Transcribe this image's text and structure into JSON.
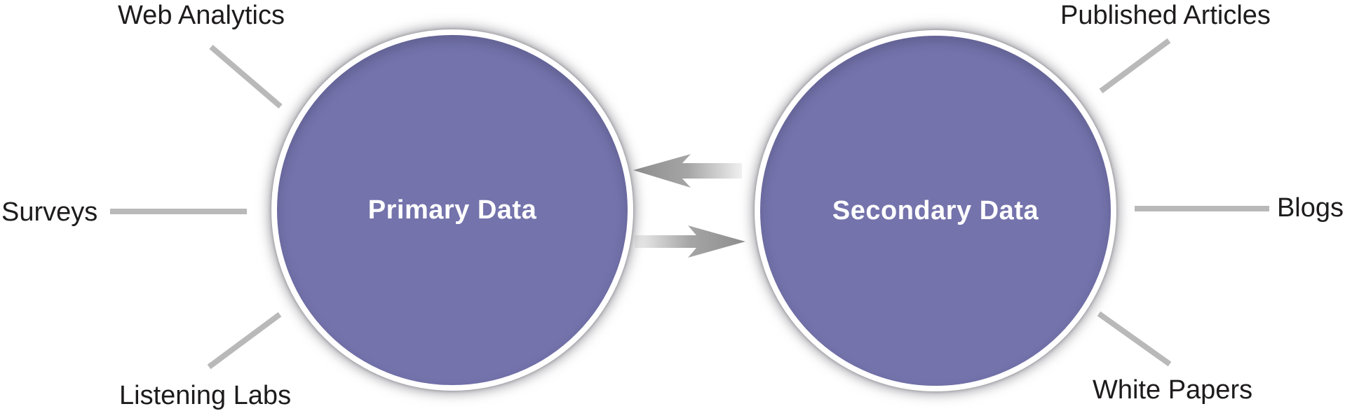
{
  "nodes": {
    "primary": {
      "label": "Primary Data"
    },
    "secondary": {
      "label": "Secondary Data"
    }
  },
  "sources": {
    "left": [
      {
        "label": "Web Analytics"
      },
      {
        "label": "Surveys"
      },
      {
        "label": "Listening Labs"
      }
    ],
    "right": [
      {
        "label": "Published Articles"
      },
      {
        "label": "Blogs"
      },
      {
        "label": "White Papers"
      }
    ]
  },
  "arrows": [
    {
      "icon": "arrow-left-icon",
      "direction": "left"
    },
    {
      "icon": "arrow-right-icon",
      "direction": "right"
    }
  ],
  "colors": {
    "node_fill": "#7473ac",
    "node_ring": "#ffffff",
    "node_text": "#ffffff",
    "connector_line": "#b9b9b9",
    "label_text": "#1d1b1c",
    "arrow_dark": "#8d8d8d",
    "arrow_light": "#f0f0f0",
    "background": "#ffffff"
  }
}
